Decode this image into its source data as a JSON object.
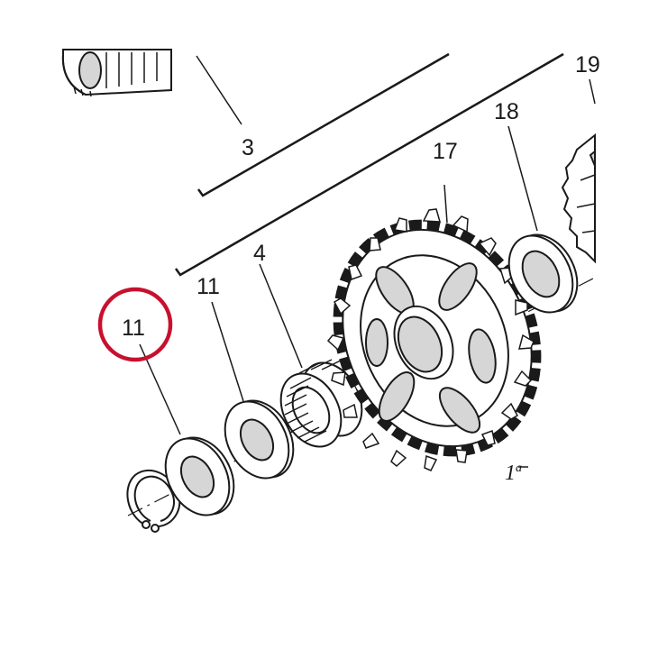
{
  "callouts": {
    "part_3": "3",
    "part_4": "4",
    "part_11_highlighted": "11",
    "part_11": "11",
    "part_17": "17",
    "part_18": "18",
    "part_19": "19"
  },
  "gear_label": {
    "main": "1",
    "superscript": "a"
  },
  "colors": {
    "highlight": "#c8102e",
    "line": "#1a1a1a",
    "shade": "#d6d6d6",
    "background": "#ffffff"
  }
}
